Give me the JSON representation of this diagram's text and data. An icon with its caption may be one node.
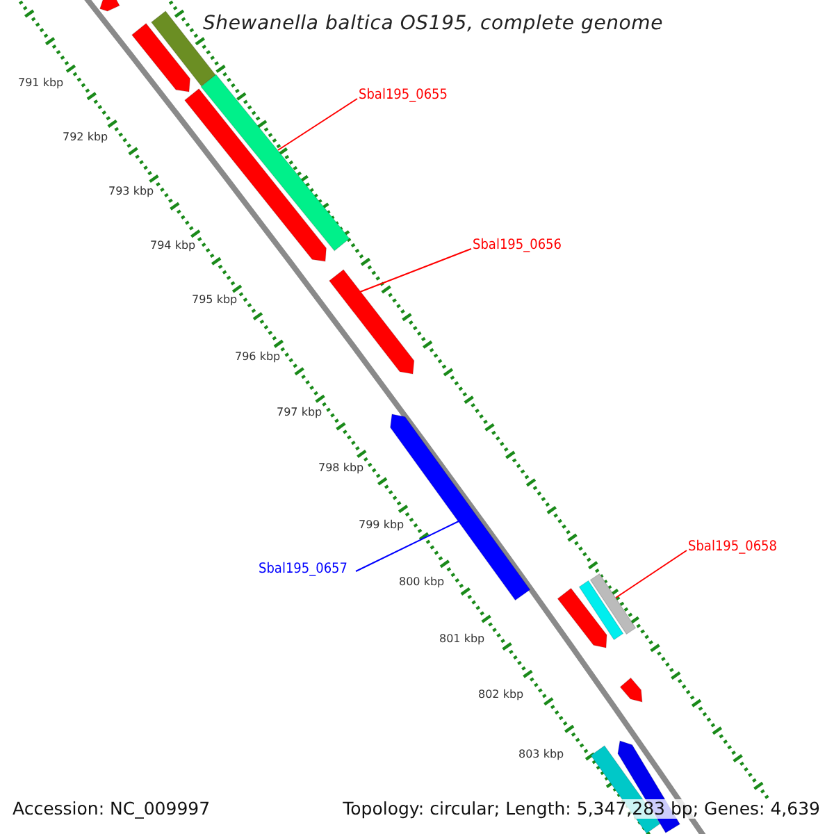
{
  "diagram": {
    "title": "Shewanella baltica OS195, complete genome",
    "nodes": [
      {
        "text": [
          "Sbal195_0655"
        ]
      },
      {
        "text": [
          "Sbal195_0656"
        ]
      },
      {
        "text": [
          "Sbal195_0657"
        ]
      },
      {
        "text": [
          "Sbal195_0658"
        ]
      },
      {
        "text": [],
        "shape": "bar"
      },
      {
        "text": [],
        "shape": "bar"
      },
      {
        "text": [],
        "shape": "bar"
      },
      {
        "text": [],
        "shape": "bar"
      }
    ],
    "edges": [
      {
        "from": 0,
        "to": 4,
        "arrow": "none"
      },
      {
        "from": 1,
        "to": 5,
        "arrow": "none"
      },
      {
        "from": 2,
        "to": 6,
        "arrow": "none",
        "color": "#0000ff"
      },
      {
        "from": 3,
        "to": 7,
        "arrow": "none"
      }
    ],
    "labels": [
      "791 kbp",
      "792 kbp",
      "793 kbp",
      "794 kbp",
      "795 kbp",
      "796 kbp",
      "797 kbp",
      "798 kbp",
      "799 kbp",
      "800 kbp",
      "801 kbp",
      "802 kbp",
      "803 kbp",
      "Accession: NC_009997",
      "Topology: circular; Length: 5,347,283 bp; Genes: 4,639"
    ]
  }
}
